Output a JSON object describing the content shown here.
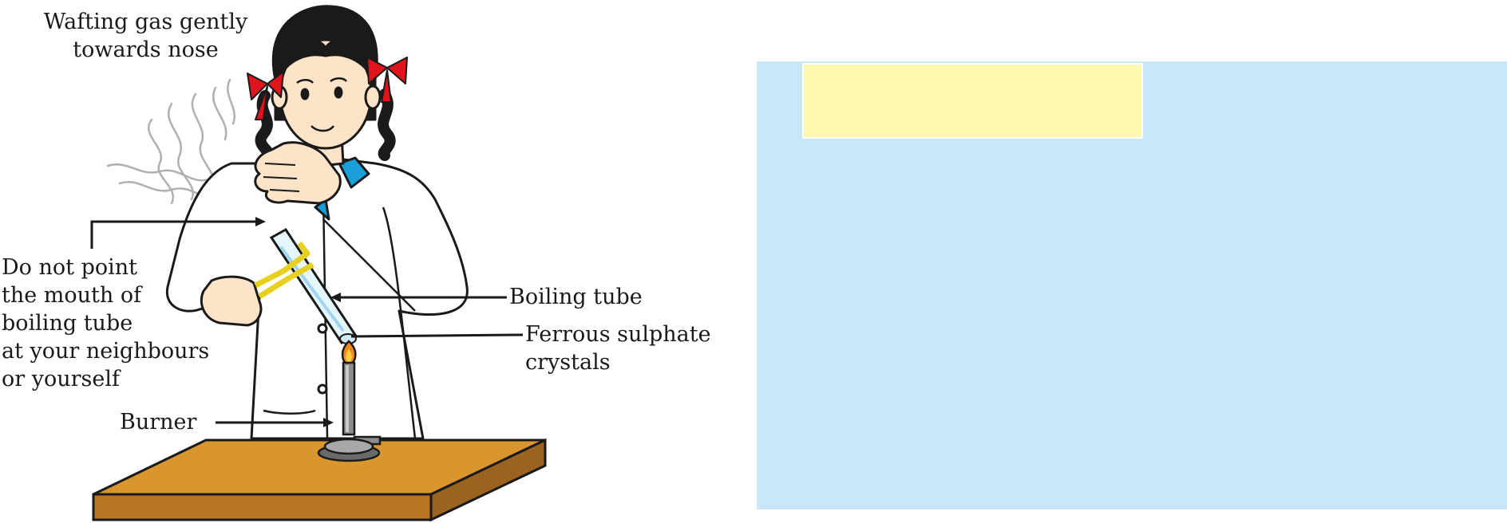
{
  "labels": {
    "wafting_line1": "Wafting gas gently",
    "wafting_line2": "towards nose",
    "warning": [
      "Do not point",
      "the mouth of",
      "boiling tube",
      "at your neighbours",
      "or yourself"
    ],
    "boiling_tube": "Boiling tube",
    "ferrous_line1": "Ferrous sulphate",
    "ferrous_line2": "crystals",
    "burner": "Burner"
  },
  "colors": {
    "panel": "#c8e8fa",
    "note": "#fff8b0",
    "table_top": "#d9962e",
    "table_front": "#b87424",
    "coat": "#ffffff",
    "skin": "#fde3c8",
    "hair": "#1a1a1a",
    "ribbon": "#e0141c",
    "collar": "#1aa0d8",
    "holder": "#e8d020",
    "flame": "#f08a1c"
  }
}
